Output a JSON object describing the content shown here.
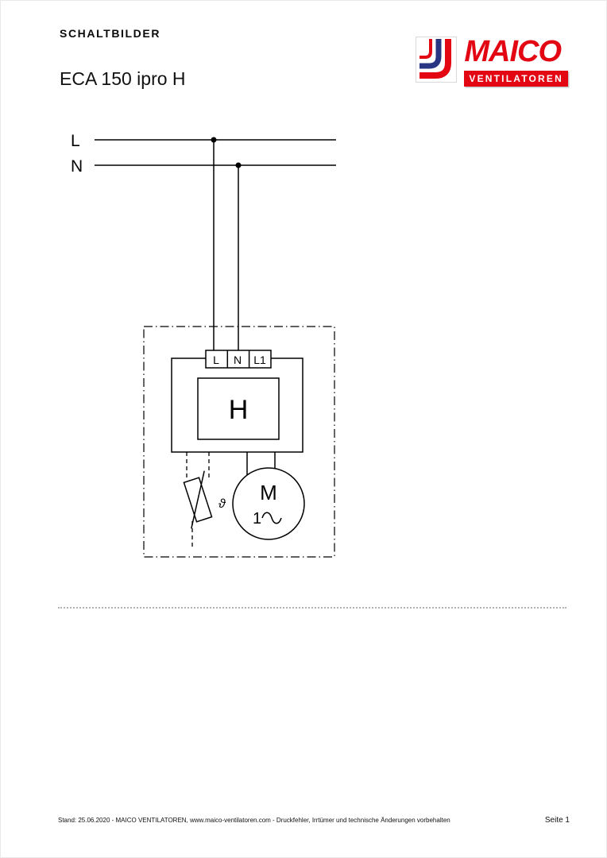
{
  "header": {
    "section_title": "SCHALTBILDER",
    "logo": {
      "brand": "MAICO",
      "tagline": "VENTILATOREN",
      "brand_red": "#e30613",
      "brand_blue": "#283583"
    }
  },
  "title": "ECA 150 ipro H",
  "diagram": {
    "line_labels": {
      "l": "L",
      "n": "N"
    },
    "terminals": [
      "L",
      "N",
      "L1"
    ],
    "module_label": "H",
    "motor": {
      "label": "M",
      "phase": "1"
    },
    "thermistor_symbol": "ϑ"
  },
  "footer": {
    "note": "Stand: 25.06.2020 - MAICO VENTILATOREN, www.maico-ventilatoren.com - Druckfehler, Irrtümer und technische Änderungen vorbehalten",
    "page": "Seite 1"
  }
}
